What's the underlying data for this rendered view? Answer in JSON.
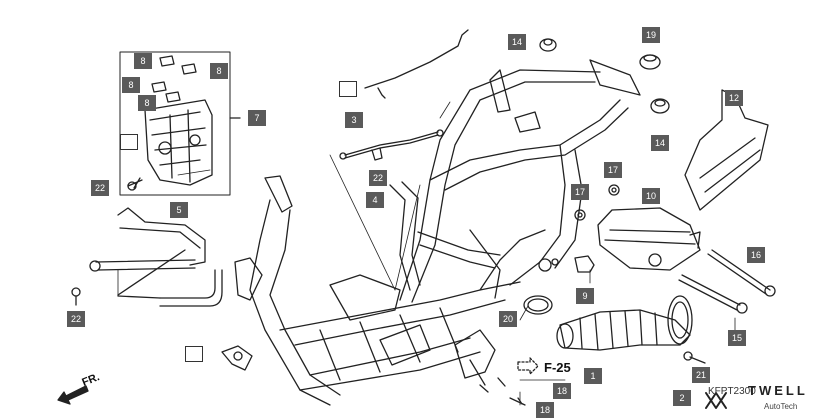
{
  "callouts": {
    "c1": "1",
    "c2": "2",
    "c3": "3",
    "c4": "4",
    "c5": "5",
    "c7": "7",
    "c8a": "8",
    "c8b": "8",
    "c8c": "8",
    "c8d": "8",
    "c9": "9",
    "c10": "10",
    "c12": "12",
    "c14a": "14",
    "c14b": "14",
    "c15": "15",
    "c16": "16",
    "c17a": "17",
    "c17b": "17",
    "c18a": "18",
    "c18b": "18",
    "c19": "19",
    "c20": "20",
    "c21": "21",
    "c22a": "22",
    "c22b": "22",
    "c22c": "22"
  },
  "reference": {
    "code": "F-25"
  },
  "front_indicator": {
    "label": "FR."
  },
  "part_code": "KFPT2300",
  "watermark": {
    "brand": "TWELL",
    "sub": "AutoTech"
  },
  "colors": {
    "callout_bg": "#5a5a5a",
    "line": "#222222"
  }
}
